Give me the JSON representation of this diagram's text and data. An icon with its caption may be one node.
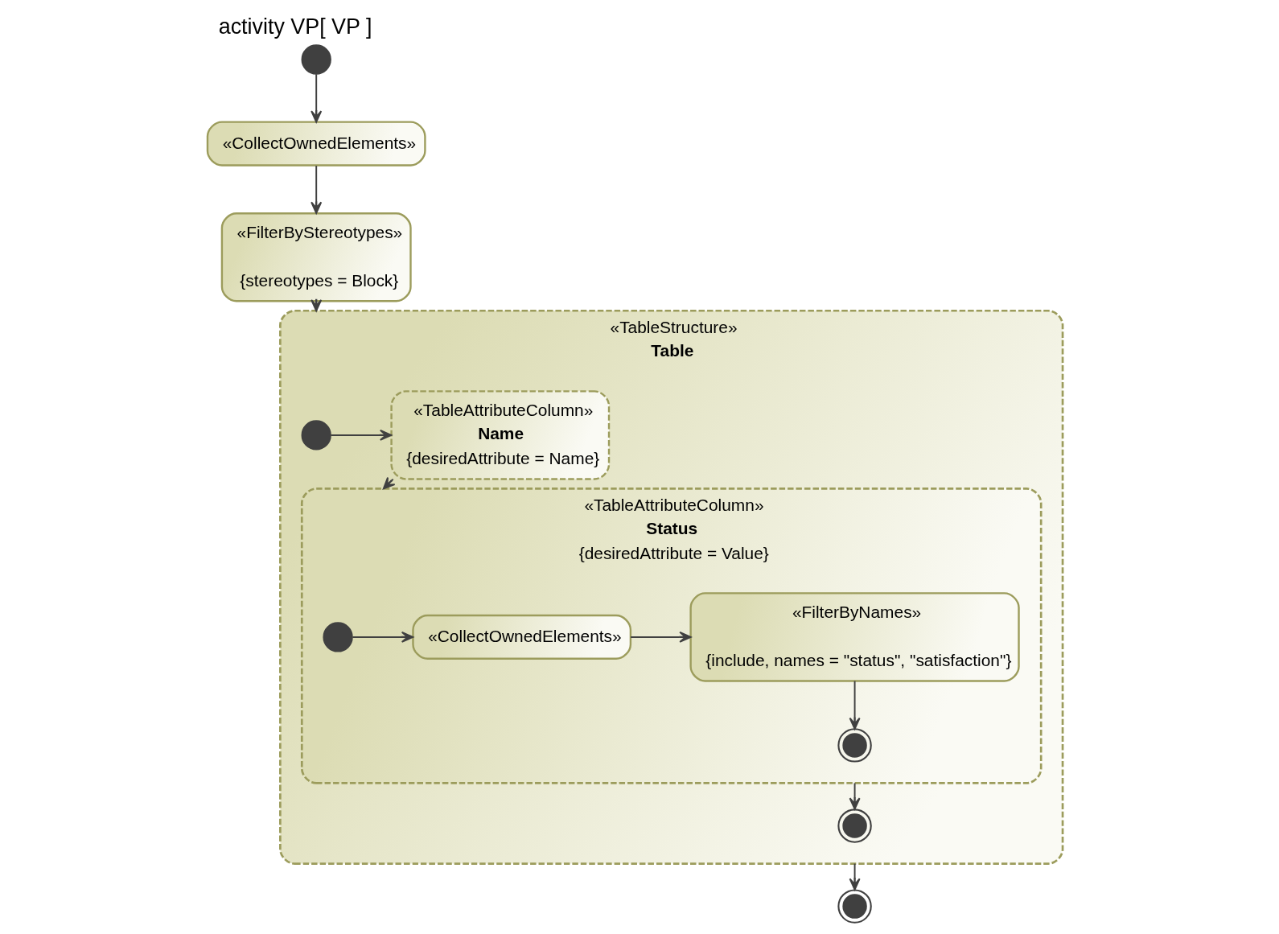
{
  "diagram": {
    "title": "activity VP[ VP ]",
    "nodes": [
      {
        "text": [],
        "shape": "circle"
      },
      {
        "text": [
          "«CollectOwnedElements»"
        ]
      },
      {
        "text": [
          "«FilterByStereotypes»",
          "{stereotypes = Block}"
        ]
      },
      {
        "text": [
          "«TableStructure»",
          "Table"
        ]
      },
      {
        "text": [],
        "shape": "circle",
        "in": 3
      },
      {
        "text": [
          "«TableAttributeColumn»",
          "Name",
          "{desiredAttribute = Name}"
        ],
        "in": 3
      },
      {
        "text": [
          "«TableAttributeColumn»",
          "Status",
          "{desiredAttribute = Value}"
        ],
        "in": 3
      },
      {
        "text": [],
        "shape": "circle",
        "in": 6
      },
      {
        "text": [
          "«CollectOwnedElements»"
        ],
        "in": 6
      },
      {
        "text": [
          "«FilterByNames»",
          "{include, names = \"status\", \"satisfaction\"}"
        ],
        "in": 6
      },
      {
        "text": [],
        "shape": "bullseye",
        "in": 6
      },
      {
        "text": [],
        "shape": "bullseye",
        "in": 3
      },
      {
        "text": [],
        "shape": "bullseye"
      }
    ],
    "edges": [
      {
        "from": 0,
        "to": 1,
        "arrow": "to"
      },
      {
        "from": 1,
        "to": 2,
        "arrow": "to"
      },
      {
        "from": 2,
        "to": 3,
        "arrow": "to"
      },
      {
        "from": 4,
        "to": 5,
        "arrow": "to"
      },
      {
        "from": 5,
        "to": 6,
        "arrow": "to"
      },
      {
        "from": 7,
        "to": 8,
        "arrow": "to"
      },
      {
        "from": 8,
        "to": 9,
        "arrow": "to"
      },
      {
        "from": 9,
        "to": 10,
        "arrow": "to"
      },
      {
        "from": 6,
        "to": 11,
        "arrow": "to"
      },
      {
        "from": 3,
        "to": 12,
        "arrow": "to"
      }
    ]
  }
}
